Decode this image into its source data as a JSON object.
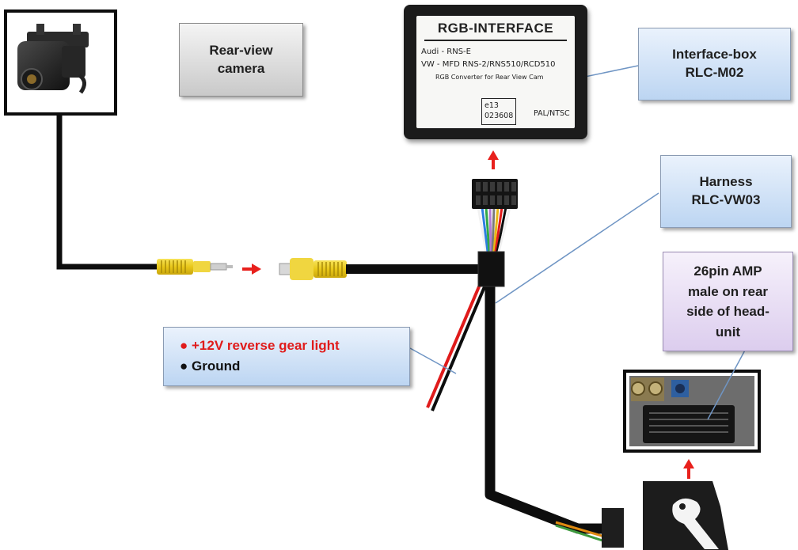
{
  "labels": {
    "camera": [
      "Rear-view",
      "camera"
    ],
    "interface_box": [
      "Interface-box",
      "RLC-M02"
    ],
    "harness": [
      "Harness",
      "RLC-VW03"
    ],
    "amp": [
      "26pin AMP",
      "male on rear",
      "side of head-",
      "unit"
    ]
  },
  "legend": {
    "reverse": "+12V reverse gear light",
    "ground": "Ground"
  },
  "device_label": {
    "title": "RGB-INTERFACE",
    "line1": "Audi - RNS-E",
    "line2": "VW - MFD RNS-2/RNS510/RCD510",
    "line3": "RGB Converter for Rear View Cam",
    "cert1": "e13",
    "cert2": "023608",
    "format": "PAL/NTSC"
  },
  "colors": {
    "label_blue": "#bcd5f2",
    "label_gray": "#c9c9c9",
    "label_purple": "#dccdee",
    "arrow_red": "#e8201c",
    "cable": "#0d0d0d",
    "rca_yellow": "#f1d325"
  }
}
